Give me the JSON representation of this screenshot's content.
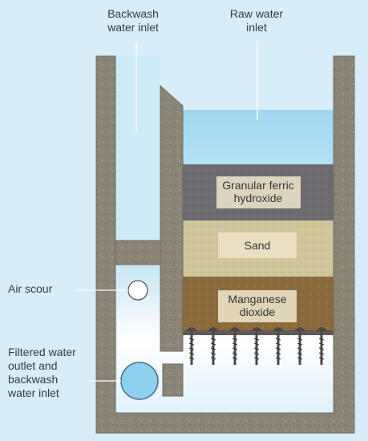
{
  "labels": {
    "backwash_inlet": [
      "Backwash",
      "water inlet"
    ],
    "raw_inlet": [
      "Raw water",
      "inlet"
    ],
    "air_scour": "Air scour",
    "filtered_outlet": [
      "Filtered water",
      "outlet and",
      "backwash",
      "water inlet"
    ]
  },
  "layers": {
    "gfh": [
      "Granular ferric",
      "hydroxide"
    ],
    "sand": "Sand",
    "manganese": [
      "Manganese",
      "dioxide"
    ]
  },
  "colors": {
    "background": "#d7eefa",
    "wall": "#8b8677",
    "raw_water": "#a4dbf2",
    "gfh": "#6d6b70",
    "sand": "#d1c59b",
    "manganese": "#8b6a3c",
    "label_box": "#ece4c8"
  }
}
